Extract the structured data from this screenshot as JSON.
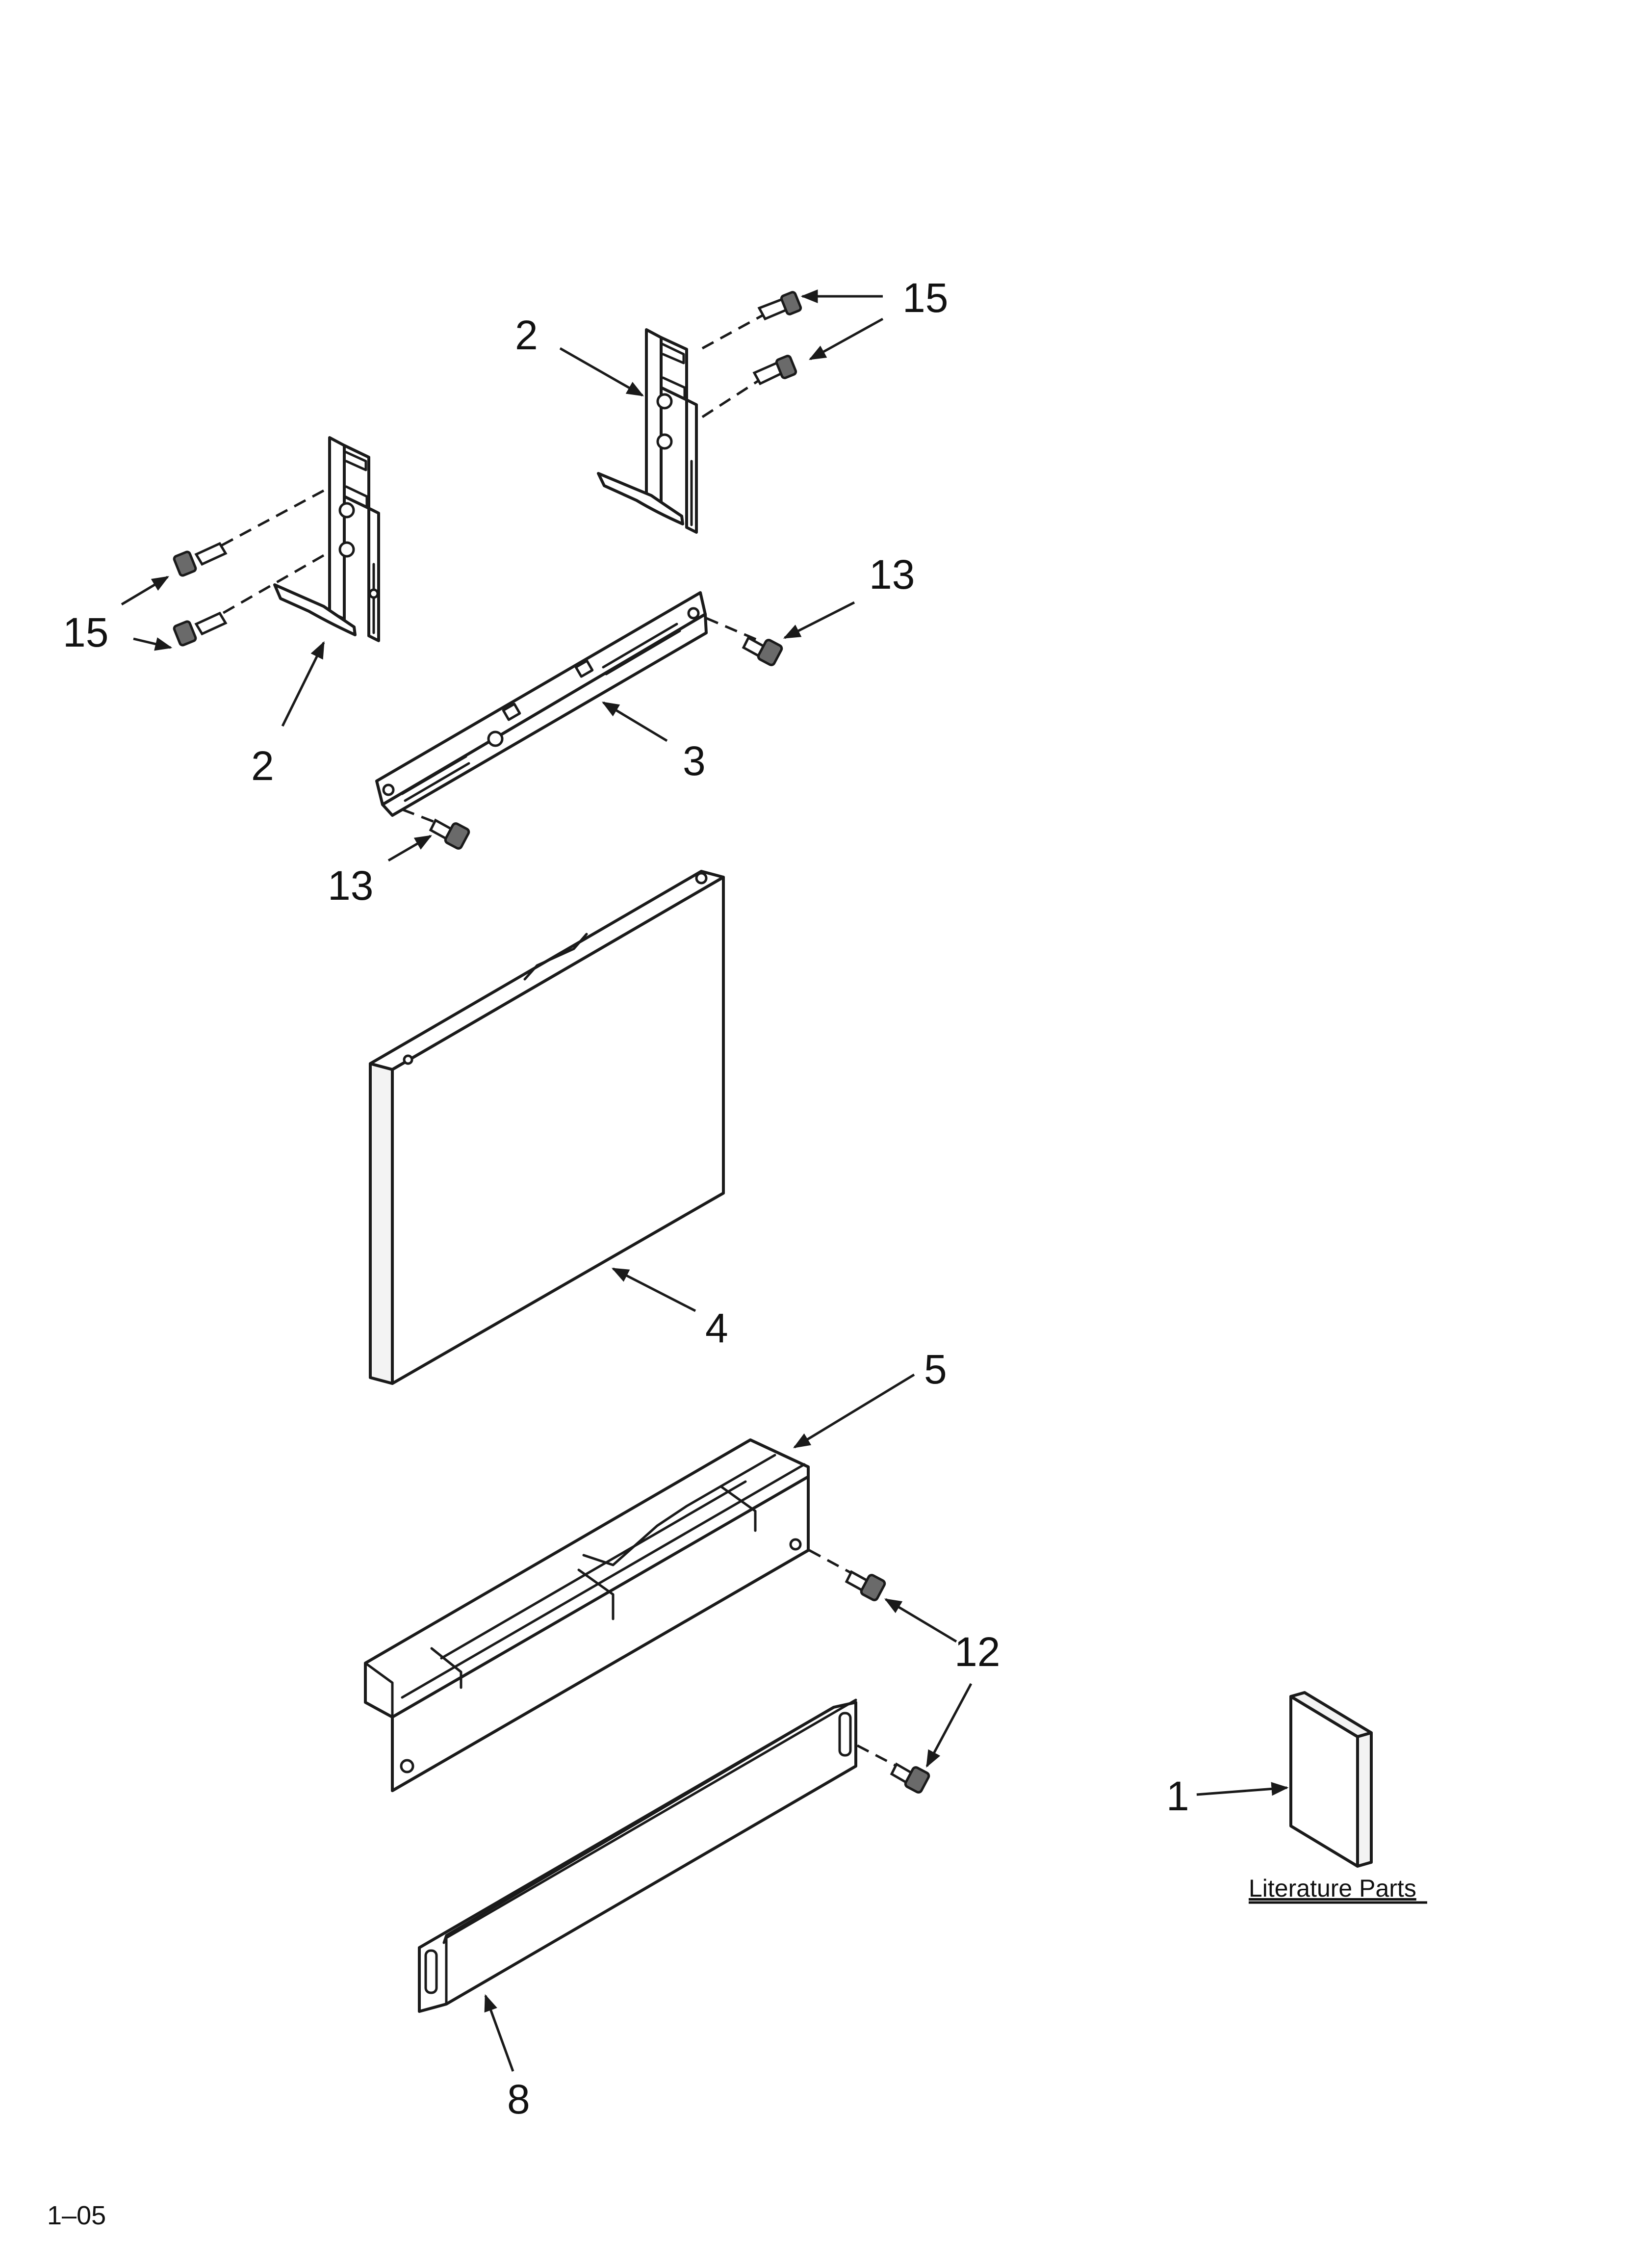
{
  "callouts": {
    "c15_top": "15",
    "c2_top": "2",
    "c15_left": "15",
    "c2_left": "2",
    "c13_right": "13",
    "c3": "3",
    "c13_left": "13",
    "c4": "4",
    "c5": "5",
    "c12": "12",
    "c1": "1",
    "c8": "8"
  },
  "literature_caption": "Literature Parts",
  "footer_code": "1–05",
  "colors": {
    "line": "#1a1a1a",
    "screw_head": "#6a6a6a"
  }
}
